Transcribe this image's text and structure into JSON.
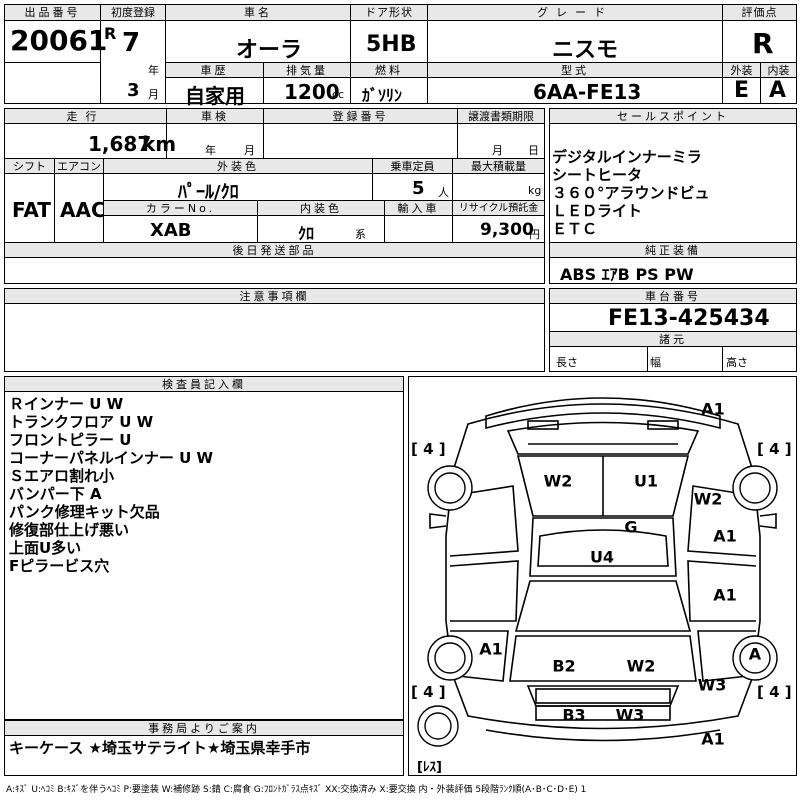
{
  "lot": {
    "label": "出品番号",
    "value": "20061"
  },
  "first_reg": {
    "label": "初度登録",
    "era": "R",
    "year": "7",
    "year_unit": "年",
    "month": "3",
    "month_unit": "月"
  },
  "car_name": {
    "label": "車名",
    "value": "オーラ"
  },
  "door": {
    "label": "ドア形状",
    "value": "5HB"
  },
  "grade": {
    "label": "グレード",
    "value": "ニスモ"
  },
  "score": {
    "label": "評価点",
    "value": "R"
  },
  "history": {
    "label": "車歴",
    "value": "自家用"
  },
  "displacement": {
    "label": "排気量",
    "value": "1200",
    "unit": "cc"
  },
  "fuel": {
    "label": "燃料",
    "value": "ｶﾞｿﾘﾝ"
  },
  "model": {
    "label": "型式",
    "value": "6AA-FE13"
  },
  "exterior_grade": {
    "label": "外装",
    "value": "E"
  },
  "interior_grade": {
    "label": "内装",
    "value": "A"
  },
  "mileage": {
    "label": "走行",
    "value": "1,687",
    "unit": "km"
  },
  "inspection": {
    "label": "車検",
    "year_unit": "年",
    "month_unit": "月"
  },
  "reg_no": {
    "label": "登録番号"
  },
  "transfer": {
    "label": "譲渡書類期限",
    "month_unit": "月",
    "day_unit": "日"
  },
  "sales_points": {
    "label": "セールスポイント",
    "items": [
      "デジタルインナーミラ",
      "シートヒータ",
      "３６０°アラウンドビュ",
      "ＬＥＤライト",
      "ＥＴＣ"
    ]
  },
  "shift": {
    "label": "シフト",
    "value": "FAT"
  },
  "aircon": {
    "label": "エアコン",
    "value": "AAC"
  },
  "ext_color": {
    "label": "外装色",
    "value": "ﾊﾟｰﾙ/ｸﾛ"
  },
  "capacity": {
    "label": "乗車定員",
    "value": "5",
    "unit": "人"
  },
  "max_load": {
    "label": "最大積載量",
    "unit": "kg"
  },
  "color_no": {
    "label": "カラーNo.",
    "value": "XAB"
  },
  "int_color": {
    "label": "内装色",
    "value": "ｸﾛ",
    "unit": "系"
  },
  "import": {
    "label": "輸入車"
  },
  "recycle": {
    "label": "リサイクル預託金",
    "value": "9,300",
    "unit": "円"
  },
  "later_parts": {
    "label": "後日発送部品"
  },
  "genuine": {
    "label": "純正装備",
    "value": "ABS ｴｱB PS PW"
  },
  "cautions": {
    "label": "注意事項欄"
  },
  "chassis": {
    "label": "車台番号",
    "value": "FE13-425434"
  },
  "specs": {
    "label": "諸元",
    "length": "長さ",
    "width": "幅",
    "height": "高さ"
  },
  "inspector": {
    "label": "検査員記入欄",
    "notes": [
      "Ｒインナー U W",
      "トランクフロア U W",
      "フロントピラー U",
      "コーナーパネルインナー U W",
      "Ｓエアロ割れ小",
      "バンパー下 A",
      "パンク修理キット欠品",
      "修復部仕上げ悪い",
      "上面U多い",
      "Fピラービス穴"
    ]
  },
  "tires": {
    "fl": "[ 4 ]",
    "fr": "[ 4 ]",
    "rl": "[ 4 ]",
    "rr": "[ 4 ]",
    "spare": "[ﾚｽ]"
  },
  "diagram_marks": {
    "front_top": "A1",
    "fender_l_top": "W2",
    "roof_u": "U1",
    "fender_r": "W2",
    "glass": "G",
    "door_r_front": "A1",
    "floor": "U4",
    "door_r_rear": "A1",
    "quarter_l": "A1",
    "rear_tire_r": "A",
    "trunk_l": "B2",
    "trunk_r": "W2",
    "rear_r": "W3",
    "bumper_l": "B3",
    "bumper_r": "W3",
    "bottom": "A1"
  },
  "office": {
    "label": "事務局よりご案内",
    "value": "キーケース ★埼玉サテライト★埼玉県幸手市"
  },
  "legend": "A:ｷｽﾞ U:ﾍｺﾐ B:ｷｽﾞを伴うﾍｺﾐ P:要塗装 W:補修跡 S:錆 C:腐食 G:ﾌﾛﾝﾄｶﾞﾗｽ点ｷｽﾞ XX:交換済み X:要交換 内・外装評価 5段階ﾗﾝｸ順(A･B･C･D･E) 1"
}
